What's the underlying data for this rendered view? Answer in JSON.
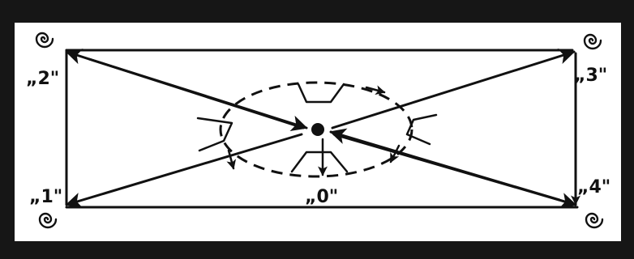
{
  "diagram": {
    "labels": {
      "center": "„0\"",
      "p1": "„1\"",
      "p2": "„2\"",
      "p3": "„3\"",
      "p4": "„4\""
    },
    "colors": {
      "ink": "#111111",
      "frame": "#161616",
      "paper": "#ffffff"
    },
    "icons": [
      "spiral-icon",
      "spiral-icon",
      "spiral-icon",
      "spiral-icon"
    ]
  }
}
